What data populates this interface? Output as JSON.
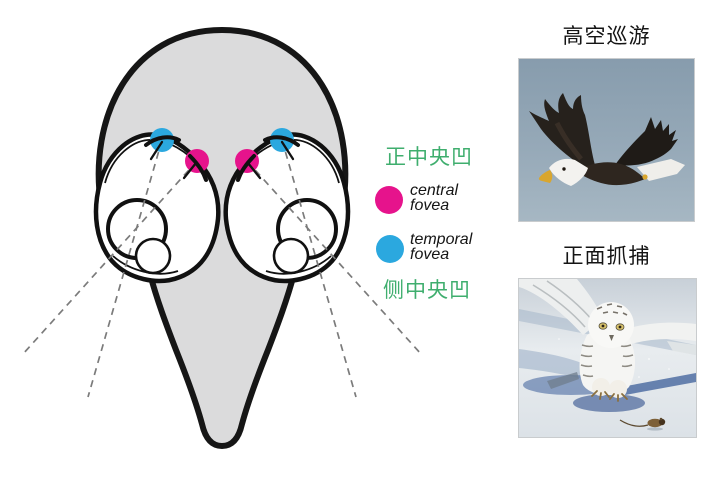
{
  "figure": {
    "diagram": {
      "label_top_cn": "正中央凹",
      "label_bottom_cn": "侧中央凹",
      "label_color": "#3FAE6E",
      "skull_fill": "#DBDBDC",
      "outline_color": "#1A1A1A",
      "sight_line_color": "#7B7B7B",
      "legend": {
        "central": {
          "line1": "central",
          "line2": "fovea",
          "color": "#E6138C"
        },
        "temporal": {
          "line1": "temporal",
          "line2": "fovea",
          "color": "#2BA8DF"
        }
      }
    },
    "photos": {
      "top": {
        "title": "高空巡游",
        "subject": "bald-eagle-soaring-in-sky"
      },
      "bottom": {
        "title": "正面抓捕",
        "subject": "snowy-owl-pouncing-on-mouse"
      }
    }
  }
}
